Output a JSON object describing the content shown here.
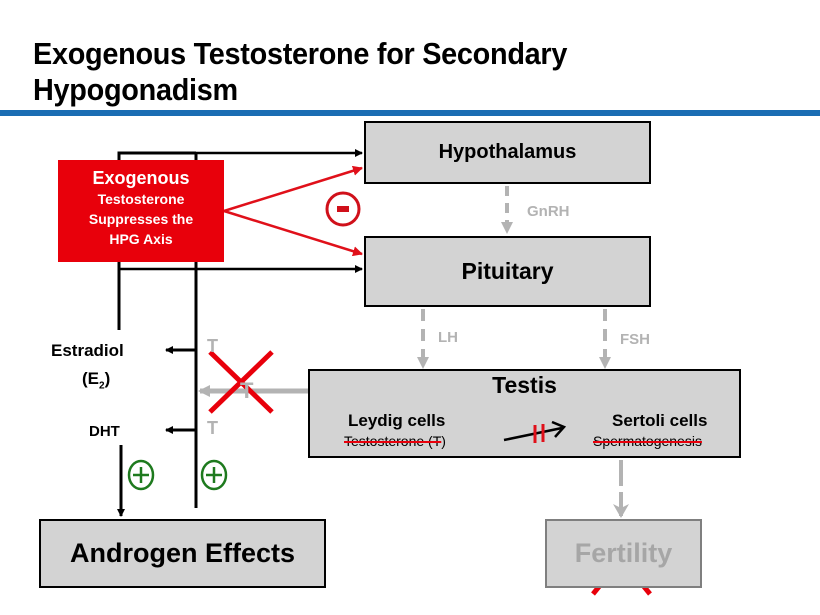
{
  "slide": {
    "title_line1": "Exogenous  Testosterone  for Secondary",
    "title_line2": "Hypogonadism",
    "accent_color": "#1a6db3"
  },
  "nodes": {
    "hypothalamus": "Hypothalamus",
    "pituitary": "Pituitary",
    "testis": {
      "title": "Testis",
      "leydig_label": "Leydig cells",
      "leydig_product": "Testosterone (T",
      "leydig_product_close": ")",
      "sertoli_label": "Sertoli cells",
      "sertoli_product": "Spermatogenesis"
    },
    "androgen_effects": "Androgen Effects",
    "fertility": "Fertility",
    "exogenous": {
      "line1": "Exogenous",
      "line2": "Testosterone",
      "line3": "Suppresses the",
      "line4": "HPG Axis",
      "color": "#e8000b"
    }
  },
  "hormones": {
    "gnrh": "GnRH",
    "lh": "LH",
    "fsh": "FSH",
    "estradiol": "Estradiol",
    "estradiol_abbr_open": "(E",
    "estradiol_abbr_sub": "2",
    "estradiol_abbr_close": ")",
    "dht": "DHT",
    "t_label": "T"
  },
  "symbols": {
    "negative_feedback": "-",
    "positive_effect": "+",
    "blocked_icon": "cross-mark"
  }
}
